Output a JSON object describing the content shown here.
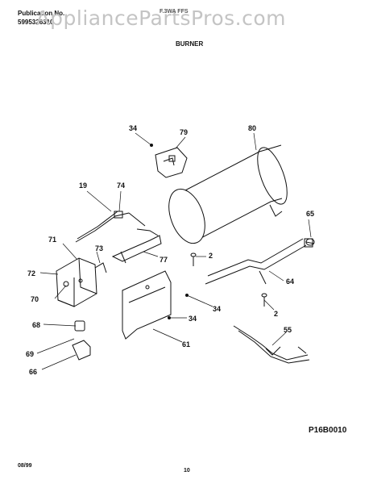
{
  "header": {
    "publication_label": "Publication No.",
    "publication_number": "5995326310",
    "model_code": "F.3WA FFS",
    "section_title": "BURNER"
  },
  "watermark": "AppliancePartsPros.com",
  "callouts": {
    "c34a": "34",
    "c79": "79",
    "c80": "80",
    "c19": "19",
    "c74": "74",
    "c65": "65",
    "c71": "71",
    "c73": "73",
    "c2a": "2",
    "c77": "77",
    "c72": "72",
    "c64": "64",
    "c70": "70",
    "c34b": "34",
    "c2b": "2",
    "c68": "68",
    "c34c": "34",
    "c55": "55",
    "c69": "69",
    "c61": "61",
    "c66": "66"
  },
  "drawing_code": "P16B0010",
  "footer": {
    "date": "08/99",
    "page": "10"
  }
}
